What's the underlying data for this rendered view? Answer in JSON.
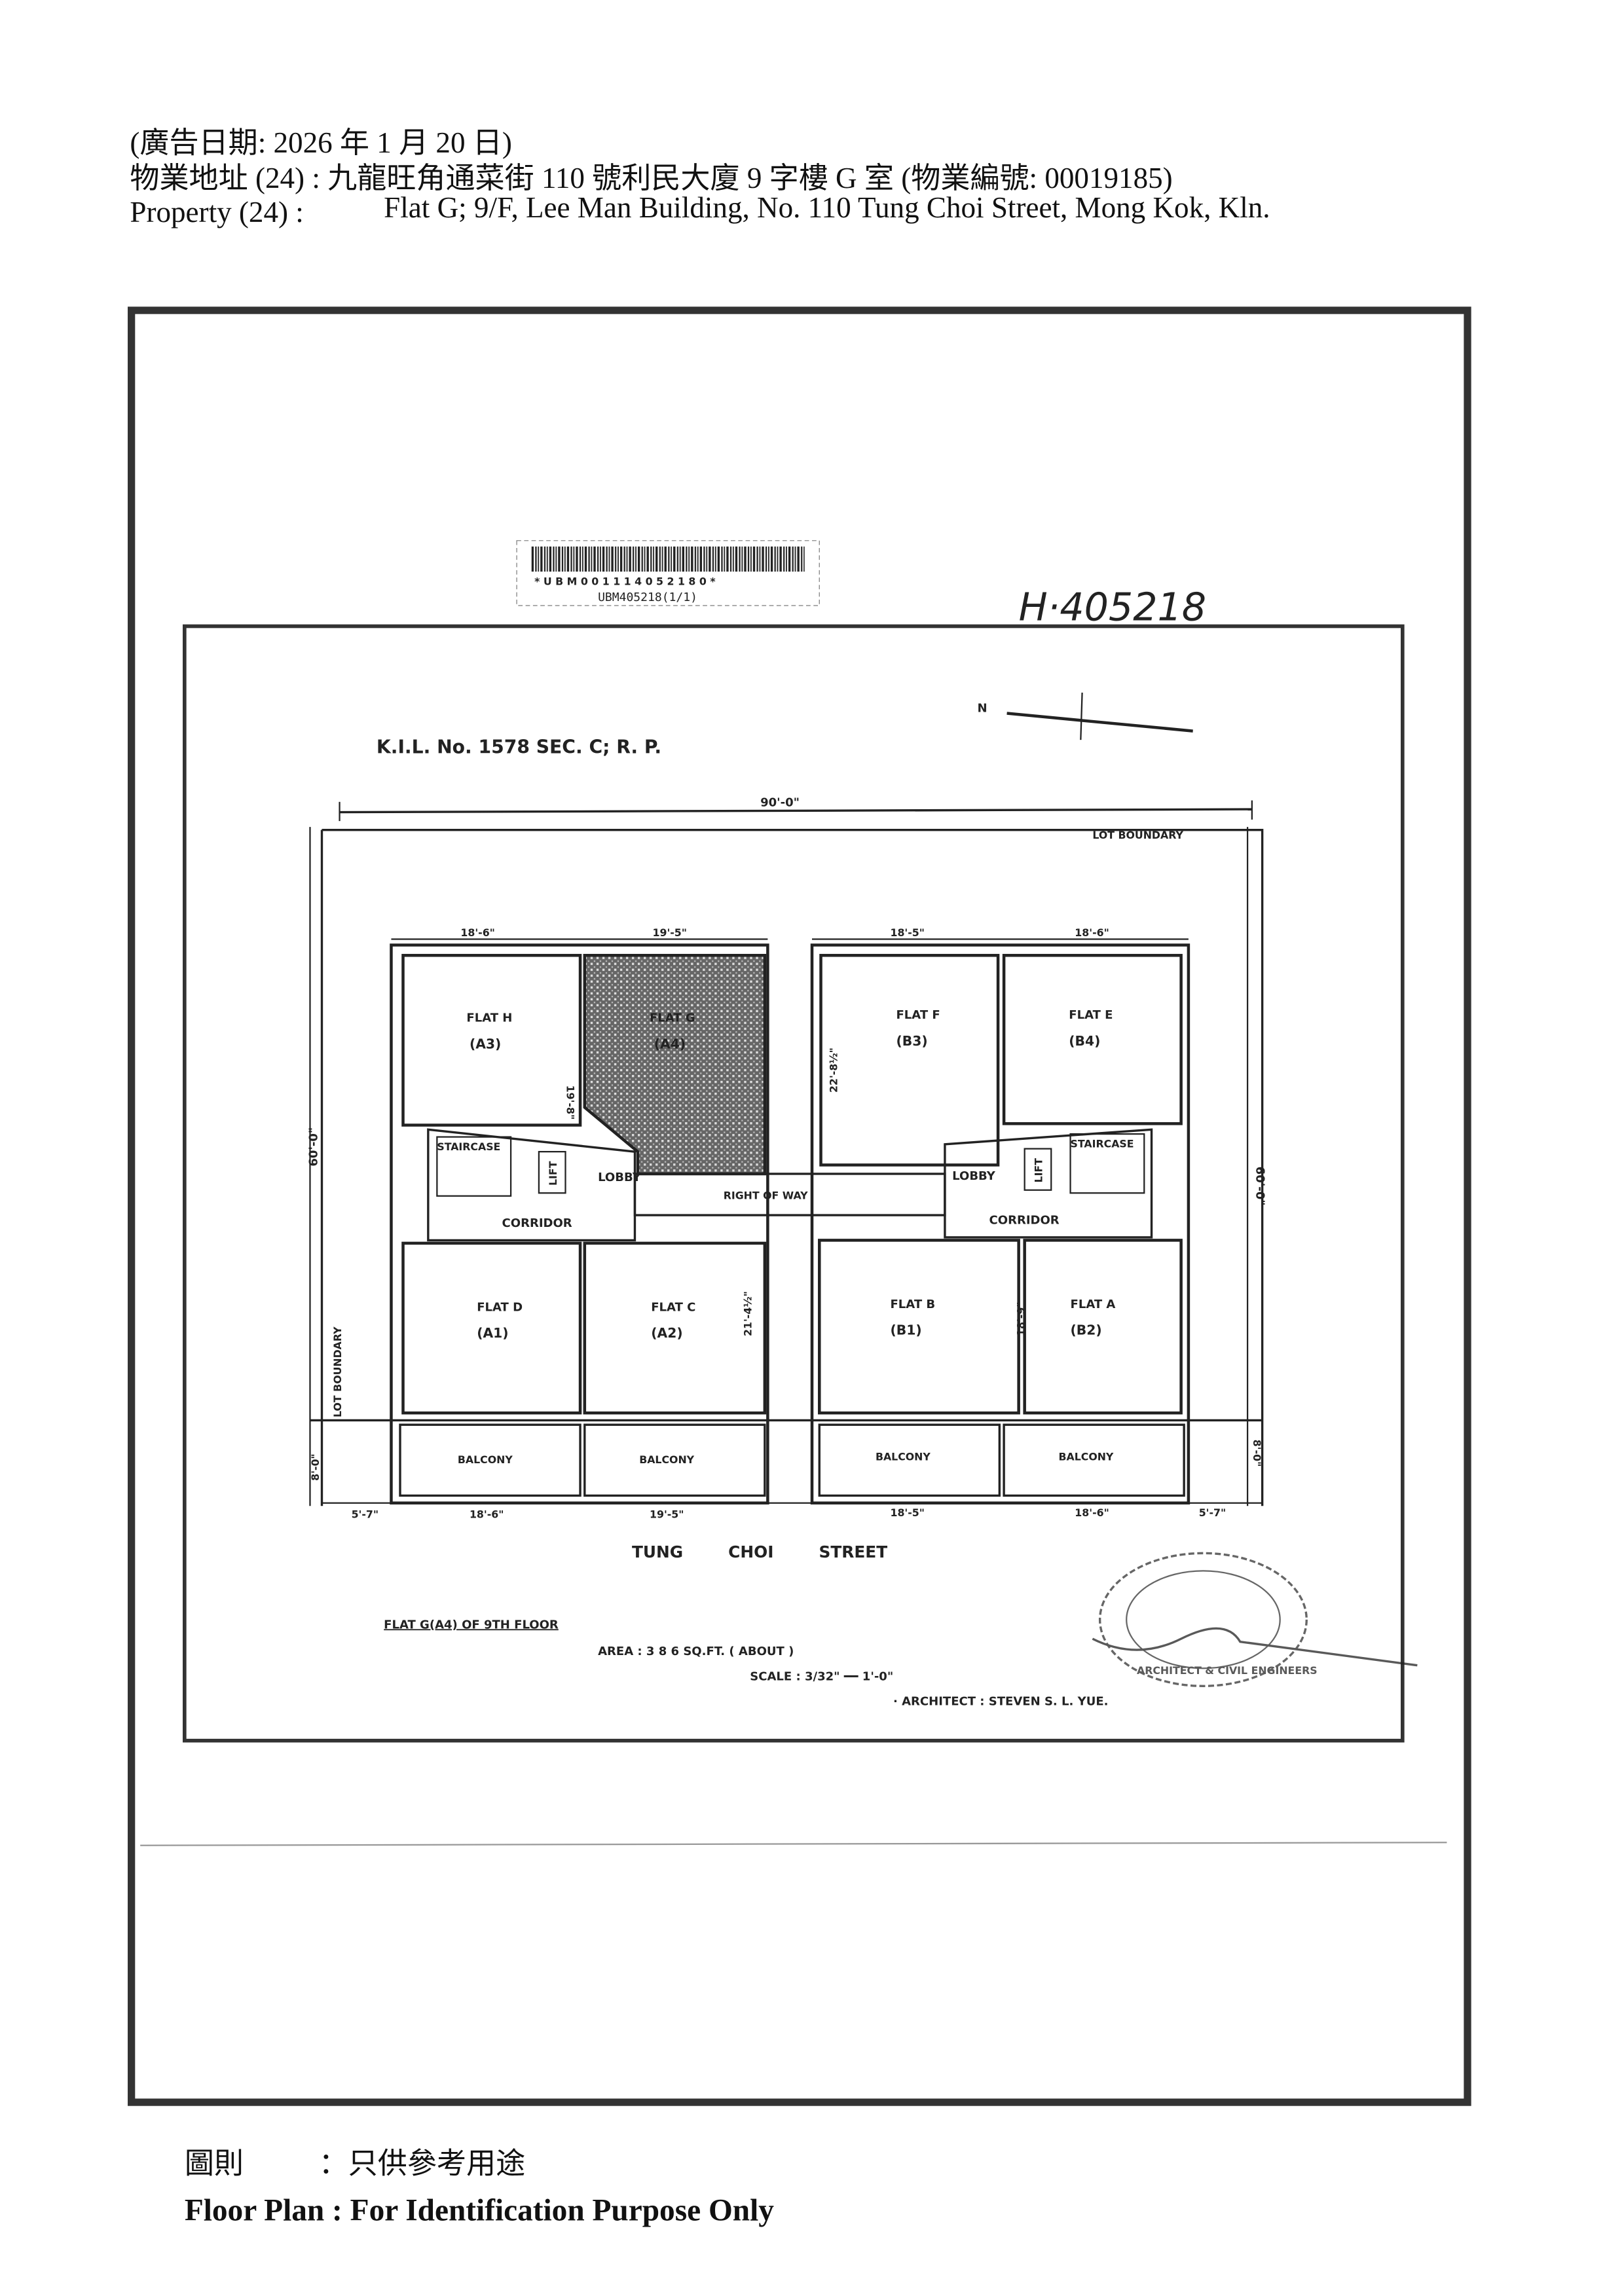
{
  "header": {
    "ad_date": "(廣告日期:  2026 年 1 月 20 日)",
    "address_zh": "物業地址 (24) :   九龍旺角通菜街 110 號利民大廈 9 字樓 G 室 (物業編號: 00019185)",
    "property_label": "Property   (24) :",
    "address_en": "Flat G; 9/F, Lee Man Building, No. 110 Tung Choi Street, Mong Kok, Kln."
  },
  "plan": {
    "barcode_digits": "* U B M 0 0 1 1 1 4 0 5 2 1 8 0 *",
    "barcode_ref": "UBM405218(1/1)",
    "handwritten_ref": "H·405218",
    "lot_ref": "K.I.L.   No.   1578   SEC.   C;  R. P.",
    "north": "N",
    "overall_width": "90'-0\"",
    "lot_boundary_top": "LOT BOUNDARY",
    "lot_boundary_left": "LOT BOUNDARY",
    "depth_left": "60'-0\"",
    "depth_right": "60'-0\"",
    "balcony_depth_left": "8'-0\"",
    "balcony_depth_right": "8'-0\"",
    "top_dims": [
      "18'-6\"",
      "19'-5\"",
      "18'-5\"",
      "18'-6\""
    ],
    "bottom_dims": [
      "5'-7\"",
      "18'-6\"",
      "19'-5\"",
      "18'-5\"",
      "18'-6\"",
      "5'-7\""
    ],
    "inner_dims": [
      "19'-8\"",
      "22'-8½\"",
      "21'-4½\"",
      "18'-9\""
    ],
    "flats": [
      {
        "name": "FLAT  H",
        "type": "(A3)"
      },
      {
        "name": "FLAT  G",
        "type": "(A4)"
      },
      {
        "name": "FLAT  F",
        "type": "(B3)"
      },
      {
        "name": "FLAT  E",
        "type": "(B4)"
      },
      {
        "name": "FLAT  D",
        "type": "(A1)"
      },
      {
        "name": "FLAT  C",
        "type": "(A2)"
      },
      {
        "name": "FLAT  B",
        "type": "(B1)"
      },
      {
        "name": "FLAT  A",
        "type": "(B2)"
      }
    ],
    "staircase": "STAIRCASE",
    "lift": "LIFT",
    "lobby": "LOBBY",
    "corridor": "CORRIDOR",
    "right_of_way": "RIGHT   OF   WAY",
    "balcony": "BALCONY",
    "street": "TUNG        CHOI        STREET",
    "notes": {
      "title": "FLAT G(A4)   OF   9TH   FLOOR",
      "area": "AREA :   3 8 6     SQ.FT.   ( ABOUT )",
      "scale": "SCALE :    3/32\" ━━ 1'-0\"",
      "architect": "· ARCHITECT :    STEVEN    S. L.  YUE."
    },
    "stamp_text": "ARCHITECT & CIVIL ENGINEERS"
  },
  "footer": {
    "zh": "圖則        ：只供參考用途",
    "en": "Floor Plan : For Identification Purpose Only"
  }
}
